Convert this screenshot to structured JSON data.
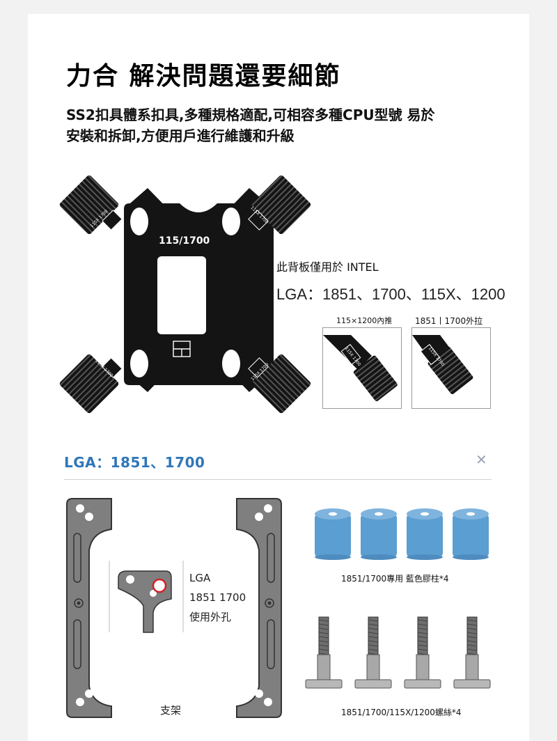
{
  "header": {
    "title": "力合  解決問題還要細節",
    "intro_line1": "SS2扣具體系扣具,多種規格適配,可相容多種CPU型號 易於",
    "intro_line2": "安裝和拆卸,方便用戶進行維護和升級"
  },
  "backplate": {
    "plate_label": "115/1700",
    "note": "此背板僅用於 INTEL",
    "lga_list": "LGA：1851、1700、115X、1200",
    "arm_label": "115X 1700",
    "options": [
      {
        "caption": "115×1200內推",
        "tag": "115X 1700"
      },
      {
        "caption": "1851丨1700外拉",
        "tag": "115X 1700"
      }
    ]
  },
  "section": {
    "title": "LGA：1851、1700",
    "close_icon": "close-x-icon"
  },
  "bracket": {
    "detail_lines": [
      "LGA",
      "1851 1700",
      "使用外孔"
    ],
    "caption": "支架"
  },
  "standoffs": {
    "caption": "1851/1700專用 藍色膠柱*4",
    "count": 4,
    "color": "#5b9ed1"
  },
  "screws": {
    "caption": "1851/1700/115X/1200螺絲*4",
    "count": 4
  }
}
